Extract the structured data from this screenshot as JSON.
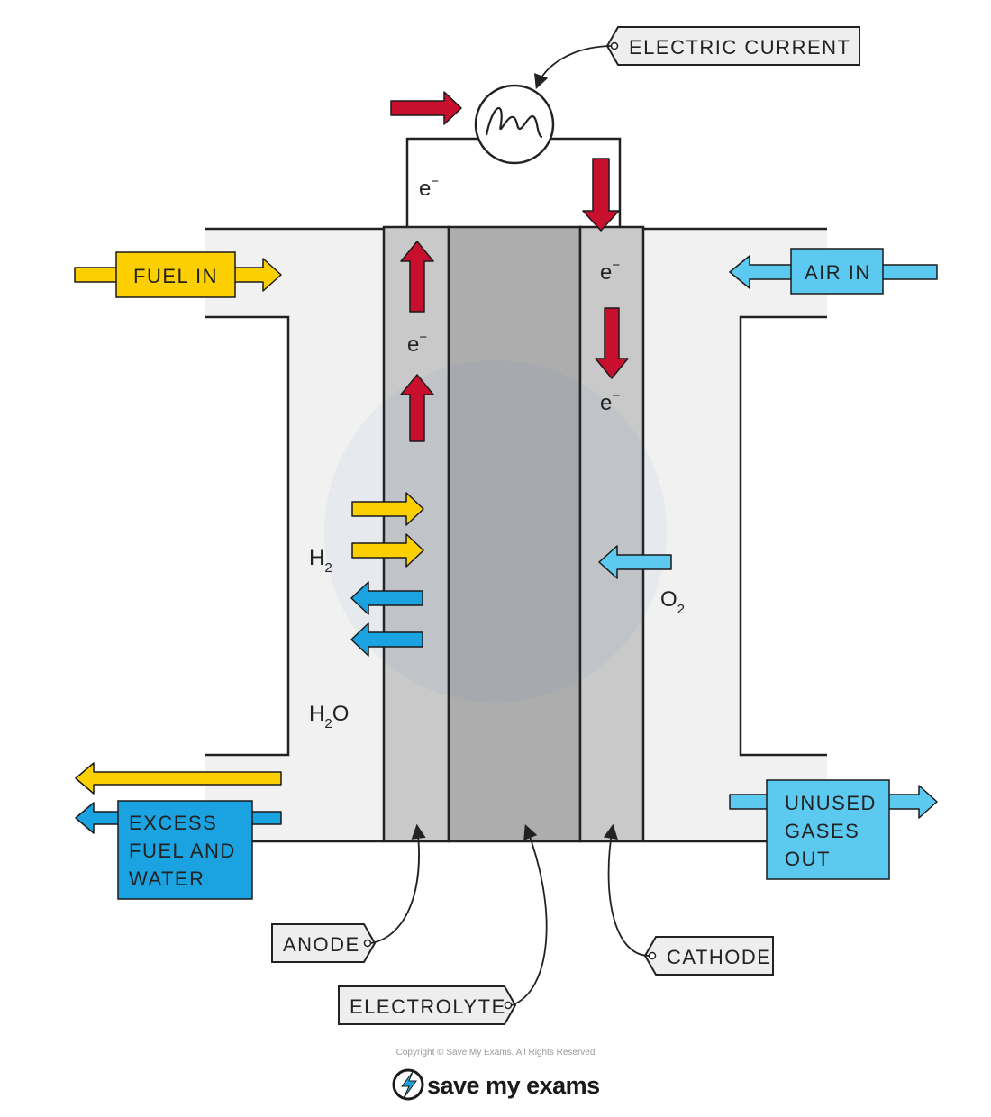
{
  "labels": {
    "electric_current": "ELECTRIC  CURRENT",
    "fuel_in": "FUEL  IN",
    "air_in": "AIR  IN",
    "excess_line1": "EXCESS",
    "excess_line2": "FUEL  AND",
    "excess_line3": "WATER",
    "unused_line1": "UNUSED",
    "unused_line2": "GASES",
    "unused_line3": "OUT",
    "anode": "ANODE",
    "electrolyte": "ELECTROLYTE",
    "cathode": "CATHODE"
  },
  "species": {
    "electron": "e",
    "electron_sup": "−",
    "h_letter": "H",
    "o_letter": "O",
    "sub_2": "2"
  },
  "footer": {
    "copyright": "Copyright © Save My Exams. All Rights Reserved",
    "brand": "save my exams"
  },
  "colors": {
    "arrow_red": "#c8102e",
    "arrow_yellow": "#fcd000",
    "arrow_blue": "#1aa3e0",
    "arrow_light_blue": "#5ccaf0",
    "electrode_grey": "#c9c9c9",
    "electrolyte_grey": "#adadad",
    "chamber_grey": "#f1f1f1"
  }
}
